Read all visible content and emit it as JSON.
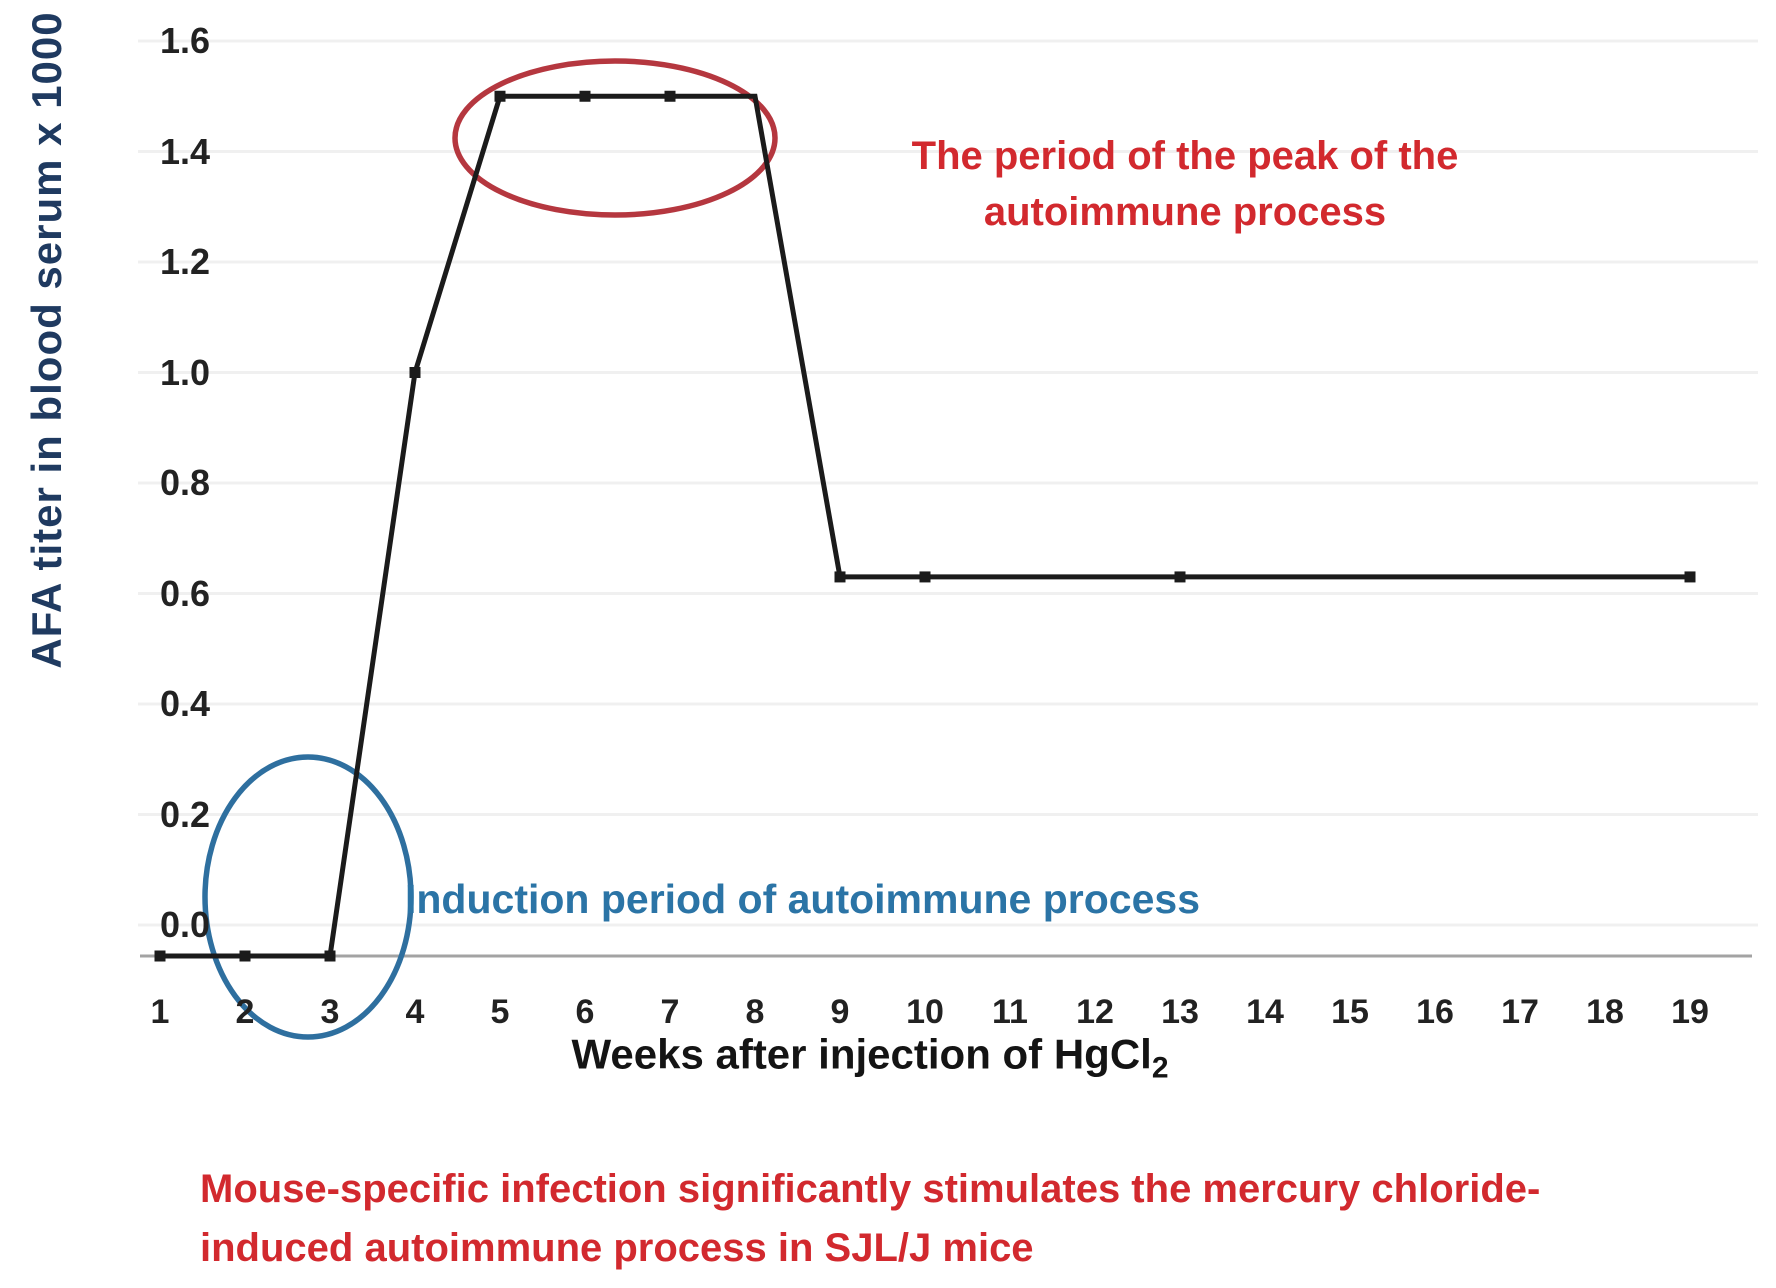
{
  "figure": {
    "y_axis_title": "AFA titer in blood serum x 1000",
    "x_axis_title": {
      "main": "Weeks after injection of HgCl",
      "sub": "2"
    },
    "annotations": {
      "peak": {
        "line1": "The period of the peak of the",
        "line2": "autoimmune process",
        "color": "#d2292e"
      },
      "induction": {
        "text": "Induction period of autoimmune process",
        "color": "#2b74a6"
      },
      "caption": {
        "line1": "Mouse-specific infection significantly stimulates the mercury chloride-",
        "line2": "induced autoimmune process in SJL/J mice",
        "color": "#d2292e"
      }
    }
  },
  "chart_data": {
    "type": "line",
    "title": "",
    "xlabel": "Weeks after injection of HgCl2",
    "ylabel": "AFA titer in blood serum x 1000",
    "x": [
      1,
      2,
      3,
      4,
      5,
      6,
      7,
      8,
      9,
      10,
      11,
      12,
      13,
      14,
      15,
      16,
      17,
      18,
      19
    ],
    "values": [
      0.0,
      0.0,
      0.0,
      1.0,
      1.5,
      1.5,
      1.5,
      1.5,
      0.63,
      0.63,
      0.63,
      0.63,
      0.63,
      0.63,
      0.63,
      0.63,
      0.63,
      0.63,
      0.63
    ],
    "markers_at_x": [
      1,
      2,
      3,
      4,
      5,
      6,
      7,
      9,
      10,
      13,
      19
    ],
    "xticks": [
      "1",
      "2",
      "3",
      "4",
      "5",
      "6",
      "7",
      "8",
      "9",
      "10",
      "11",
      "12",
      "13",
      "14",
      "15",
      "16",
      "17",
      "18",
      "19"
    ],
    "yticks": [
      "0.0",
      "0.2",
      "0.4",
      "0.6",
      "0.8",
      "1.0",
      "1.2",
      "1.4",
      "1.6"
    ],
    "ylim": [
      0.0,
      1.6
    ],
    "grid": true,
    "legend": "none",
    "line_color": "#1b1b1b",
    "baseline_note": "points for weeks 1-3 are drawn on the x-axis line slightly below the 0.0 gridline",
    "ellipse_annotations": [
      {
        "name": "peak-ellipse",
        "color": "#b5373f",
        "around": "plateau weeks 5-8 at value 1.5"
      },
      {
        "name": "induction-ellipse",
        "color": "#2e6f9f",
        "around": "induction period weeks 2-4 at baseline"
      }
    ]
  }
}
